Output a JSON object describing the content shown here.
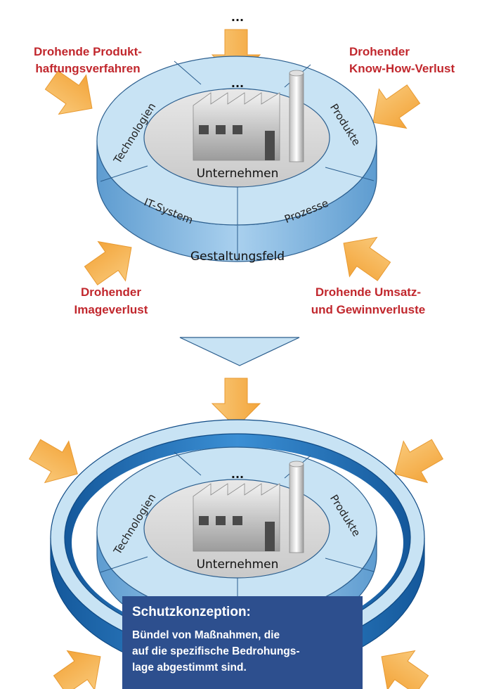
{
  "top_ellipsis": "...",
  "threats": {
    "top_left": [
      "Drohende Produkt-",
      "haftungsverfahren"
    ],
    "top_right": [
      "Drohender",
      "Know-How-Verlust"
    ],
    "bottom_left": [
      "Drohender",
      "Imageverlust"
    ],
    "bottom_right": [
      "Drohende Umsatz-",
      "und Gewinnverluste"
    ]
  },
  "diagram_top": {
    "segments": [
      "...",
      "Technologien",
      "Produkte",
      "IT-System",
      "Prozesse"
    ],
    "core": "Unternehmen",
    "rim": "Gestaltungsfeld"
  },
  "diagram_bottom": {
    "segments": [
      "...",
      "Technologien",
      "Produkte"
    ],
    "core": "Unternehmen"
  },
  "callout": {
    "title": "Schutzkonzeption:",
    "lines": [
      "Bündel von Maßnahmen, die",
      "auf die spezifische Bedrohungs-",
      "lage abgestimmt sind."
    ]
  },
  "colors": {
    "segment_fill": "#c8e3f4",
    "rim_fill": "#7fb5de",
    "ring_fill": "#1d6fb6",
    "core_fill": "#dcdcdc",
    "arrow_fill": "#f5b24e",
    "threat_text": "#c1272d",
    "callout_bg": "#2d4f8e"
  }
}
